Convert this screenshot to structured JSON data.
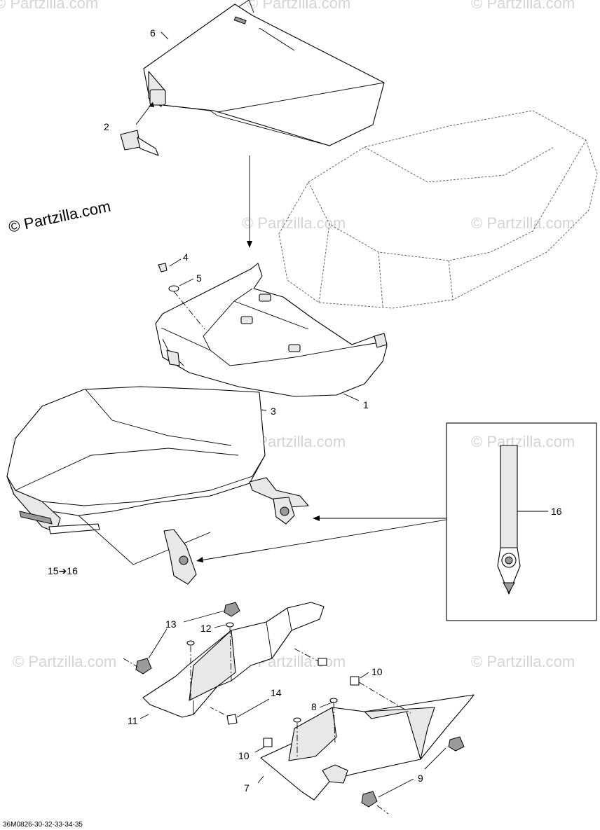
{
  "watermark": {
    "main": "© Partzilla.com",
    "faded": "© Partzilla.com"
  },
  "callouts": {
    "c1": "1",
    "c2": "2",
    "c3": "3",
    "c4": "4",
    "c5": "5",
    "c6": "6",
    "c7": "7",
    "c8": "8",
    "c9": "9",
    "c10a": "10",
    "c10b": "10",
    "c11": "11",
    "c12": "12",
    "c13": "13",
    "c14": "14",
    "c15": "15➔16",
    "c16": "16"
  },
  "footer": {
    "code": "36M0826-30-32-33-34-35"
  },
  "colors": {
    "line": "#000000",
    "watermark": "#d4d4d4",
    "background": "#ffffff"
  }
}
